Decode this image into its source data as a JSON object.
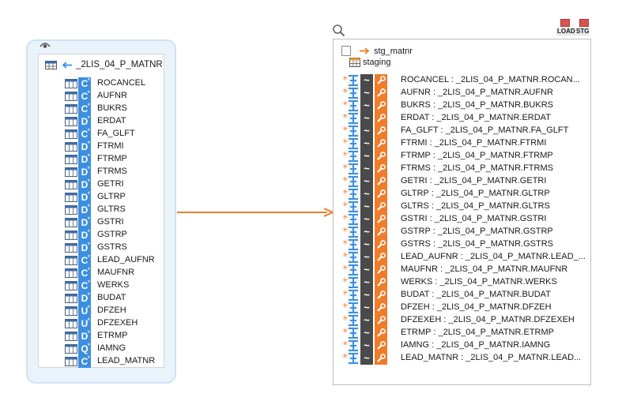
{
  "source": {
    "title": "_2LIS_04_P_MATNR",
    "fields": [
      {
        "type": "C",
        "name": "ROCANCEL"
      },
      {
        "type": "C",
        "name": "AUFNR"
      },
      {
        "type": "C",
        "name": "BUKRS"
      },
      {
        "type": "D",
        "name": "ERDAT"
      },
      {
        "type": "C",
        "name": "FA_GLFT"
      },
      {
        "type": "D",
        "name": "FTRMI"
      },
      {
        "type": "D",
        "name": "FTRMP"
      },
      {
        "type": "D",
        "name": "FTRMS"
      },
      {
        "type": "D",
        "name": "GETRI"
      },
      {
        "type": "D",
        "name": "GLTRP"
      },
      {
        "type": "D",
        "name": "GLTRS"
      },
      {
        "type": "D",
        "name": "GSTRI"
      },
      {
        "type": "D",
        "name": "GSTRP"
      },
      {
        "type": "D",
        "name": "GSTRS"
      },
      {
        "type": "C",
        "name": "LEAD_AUFNR"
      },
      {
        "type": "C",
        "name": "MAUFNR"
      },
      {
        "type": "C",
        "name": "WERKS"
      },
      {
        "type": "D",
        "name": "BUDAT"
      },
      {
        "type": "U",
        "name": "DFZEH"
      },
      {
        "type": "U",
        "name": "DFZEXEH"
      },
      {
        "type": "D",
        "name": "ETRMP"
      },
      {
        "type": "Q",
        "name": "IAMNG"
      },
      {
        "type": "C",
        "name": "LEAD_MATNR"
      }
    ]
  },
  "target": {
    "title": "stg_matnr",
    "schema": "staging",
    "load_label": "LOAD",
    "stg_label": "STG",
    "fields": [
      "ROCANCEL : _2LIS_04_P_MATNR.ROCAN...",
      "AUFNR : _2LIS_04_P_MATNR.AUFNR",
      "BUKRS : _2LIS_04_P_MATNR.BUKRS",
      "ERDAT : _2LIS_04_P_MATNR.ERDAT",
      "FA_GLFT : _2LIS_04_P_MATNR.FA_GLFT",
      "FTRMI : _2LIS_04_P_MATNR.FTRMI",
      "FTRMP : _2LIS_04_P_MATNR.FTRMP",
      "FTRMS : _2LIS_04_P_MATNR.FTRMS",
      "GETRI : _2LIS_04_P_MATNR.GETRI",
      "GLTRP : _2LIS_04_P_MATNR.GLTRP",
      "GLTRS : _2LIS_04_P_MATNR.GLTRS",
      "GSTRI : _2LIS_04_P_MATNR.GSTRI",
      "GSTRP : _2LIS_04_P_MATNR.GSTRP",
      "GSTRS : _2LIS_04_P_MATNR.GSTRS",
      "LEAD_AUFNR : _2LIS_04_P_MATNR.LEAD_...",
      "MAUFNR : _2LIS_04_P_MATNR.MAUFNR",
      "WERKS : _2LIS_04_P_MATNR.WERKS",
      "BUDAT : _2LIS_04_P_MATNR.BUDAT",
      "DFZEH : _2LIS_04_P_MATNR.DFZEH",
      "DFZEXEH : _2LIS_04_P_MATNR.DFZEXEH",
      "ETRMP : _2LIS_04_P_MATNR.ETRMP",
      "IAMNG : _2LIS_04_P_MATNR.IAMNG",
      "LEAD_MATNR : _2LIS_04_P_MATNR.LEAD..."
    ]
  },
  "colors": {
    "accent_orange": "#f07c2a",
    "type_blue": "#3c8fe0",
    "panel_bg": "#eaf3fb"
  },
  "icons": {
    "source_visibility": "eye-icon",
    "search": "search-icon",
    "mapping_arrow": "arrow-right-icon",
    "load": "load-icon",
    "stg": "stg-icon"
  }
}
